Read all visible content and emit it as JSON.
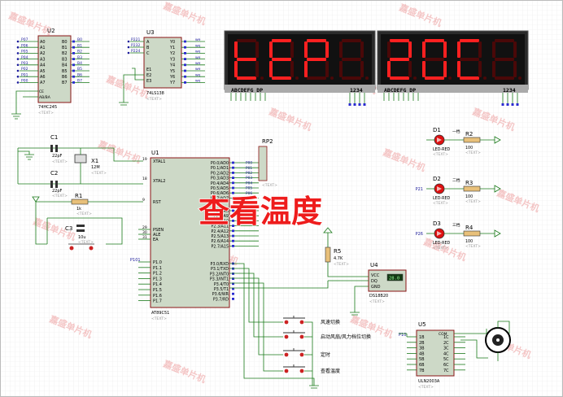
{
  "colors": {
    "wire": "#1a7a1a",
    "chip_fill": "#cdd9c7",
    "chip_border": "#8a1414",
    "label_blue": "#1a1a9a",
    "segment_on": "#ff2020",
    "segment_bg": "#5a0000",
    "led_red": "#dd1010",
    "overlay_text": "#ee1c1c",
    "watermark": "#e04848"
  },
  "watermark": "嘉盛单片机",
  "overlay_title": "查看温度",
  "display": {
    "left_text": "tEP",
    "right_text": "20C",
    "pin_label": "ABCDEFG  DP",
    "digit_label": "1234"
  },
  "u2": {
    "ref": "U2",
    "part": "74HC245",
    "ab": "AB/BA",
    "ce": "CE",
    "text": "<TEXT>",
    "a": [
      "A0",
      "A1",
      "A2",
      "A3",
      "A4",
      "A5",
      "A6",
      "A7"
    ],
    "b": [
      "B0",
      "B1",
      "B2",
      "B3",
      "B4",
      "B5",
      "B6",
      "B7"
    ],
    "port": [
      "P07",
      "P06",
      "P05",
      "P04",
      "P03",
      "P02",
      "P01",
      "P00"
    ]
  },
  "u3": {
    "ref": "U3",
    "part": "74LS138",
    "text": "<TEXT>",
    "in": [
      "A",
      "B",
      "C"
    ],
    "en": [
      "E1",
      "E2",
      "E3"
    ],
    "out": [
      "Y0",
      "Y1",
      "Y2",
      "Y3",
      "Y4",
      "Y5",
      "Y6",
      "Y7"
    ],
    "port": [
      "P221",
      "P232",
      "P224"
    ],
    "we": "we"
  },
  "c1": {
    "ref": "C1",
    "val": "22pF",
    "text": "<TEXT>"
  },
  "c2": {
    "ref": "C2",
    "val": "22pF",
    "text": "<TEXT>"
  },
  "c3": {
    "ref": "C3",
    "val": "10u",
    "text": "<TEXT>"
  },
  "x1": {
    "ref": "X1",
    "val": "12M",
    "text": "<TEXT>"
  },
  "r1": {
    "ref": "R1",
    "val": "1k",
    "text": "<TEXT>"
  },
  "rp2": {
    "ref": "RP2",
    "text": "<TEXT>"
  },
  "u1": {
    "ref": "U1",
    "part": "AT89C51",
    "text": "<TEXT>",
    "left": [
      "XTAL1",
      "XTAL2",
      "RST",
      "PSEN",
      "ALE",
      "EA"
    ],
    "left_pins": [
      "19",
      "18",
      "9",
      "29",
      "30",
      "31"
    ],
    "p0": [
      "P0.0/AD0",
      "P0.1/AD1",
      "P0.2/AD2",
      "P0.3/AD3",
      "P0.4/AD4",
      "P0.5/AD5",
      "P0.6/AD6",
      "P0.7/AD7"
    ],
    "p2": [
      "P2.0/A8",
      "P2.1/A9",
      "P2.2/A10",
      "P2.3/A11",
      "P2.4/A12",
      "P2.5/A13",
      "P2.6/A14",
      "P2.7/A15"
    ],
    "p1": [
      "P1.0",
      "P1.1",
      "P1.2",
      "P1.3",
      "P1.4",
      "P1.5",
      "P1.6",
      "P1.7"
    ],
    "p3": [
      "P3.0/RXD",
      "P3.1/TXD",
      "P3.2/INT0",
      "P3.3/INT1",
      "P3.4/T0",
      "P3.5/T1",
      "P3.6/WR",
      "P3.7/RD"
    ],
    "p101": "P101"
  },
  "leds": [
    {
      "ref": "D1",
      "part": "LED-RED",
      "r": "R2",
      "rval": "100",
      "text": "<TEXT>",
      "tag": "一档"
    },
    {
      "ref": "D2",
      "part": "LED-RED",
      "r": "R3",
      "rval": "100",
      "text": "<TEXT>",
      "tag": "二档",
      "port": "P21"
    },
    {
      "ref": "D3",
      "part": "LED-RED",
      "r": "R4",
      "rval": "100",
      "text": "<TEXT>",
      "tag": "三档",
      "port": "P26"
    }
  ],
  "r5": {
    "ref": "R5",
    "val": "4.7K",
    "text": "<TEXT>"
  },
  "u4": {
    "ref": "U4",
    "part": "DS18B20",
    "pins": [
      "VCC",
      "DQ",
      "GND"
    ],
    "reading": "28.0",
    "text": "<TEXT>"
  },
  "buttons": [
    "风速切换",
    "启动风扇/风力档位切换",
    "定时",
    "查看温度"
  ],
  "u5": {
    "ref": "U5",
    "part": "ULN2003A",
    "port": "P10",
    "com": "COM",
    "text": "<TEXT>",
    "in": [
      "1B",
      "2B",
      "3B",
      "4B",
      "5B",
      "6B",
      "7B"
    ],
    "out": [
      "1C",
      "2C",
      "3C",
      "4C",
      "5C",
      "6C",
      "7C"
    ]
  }
}
